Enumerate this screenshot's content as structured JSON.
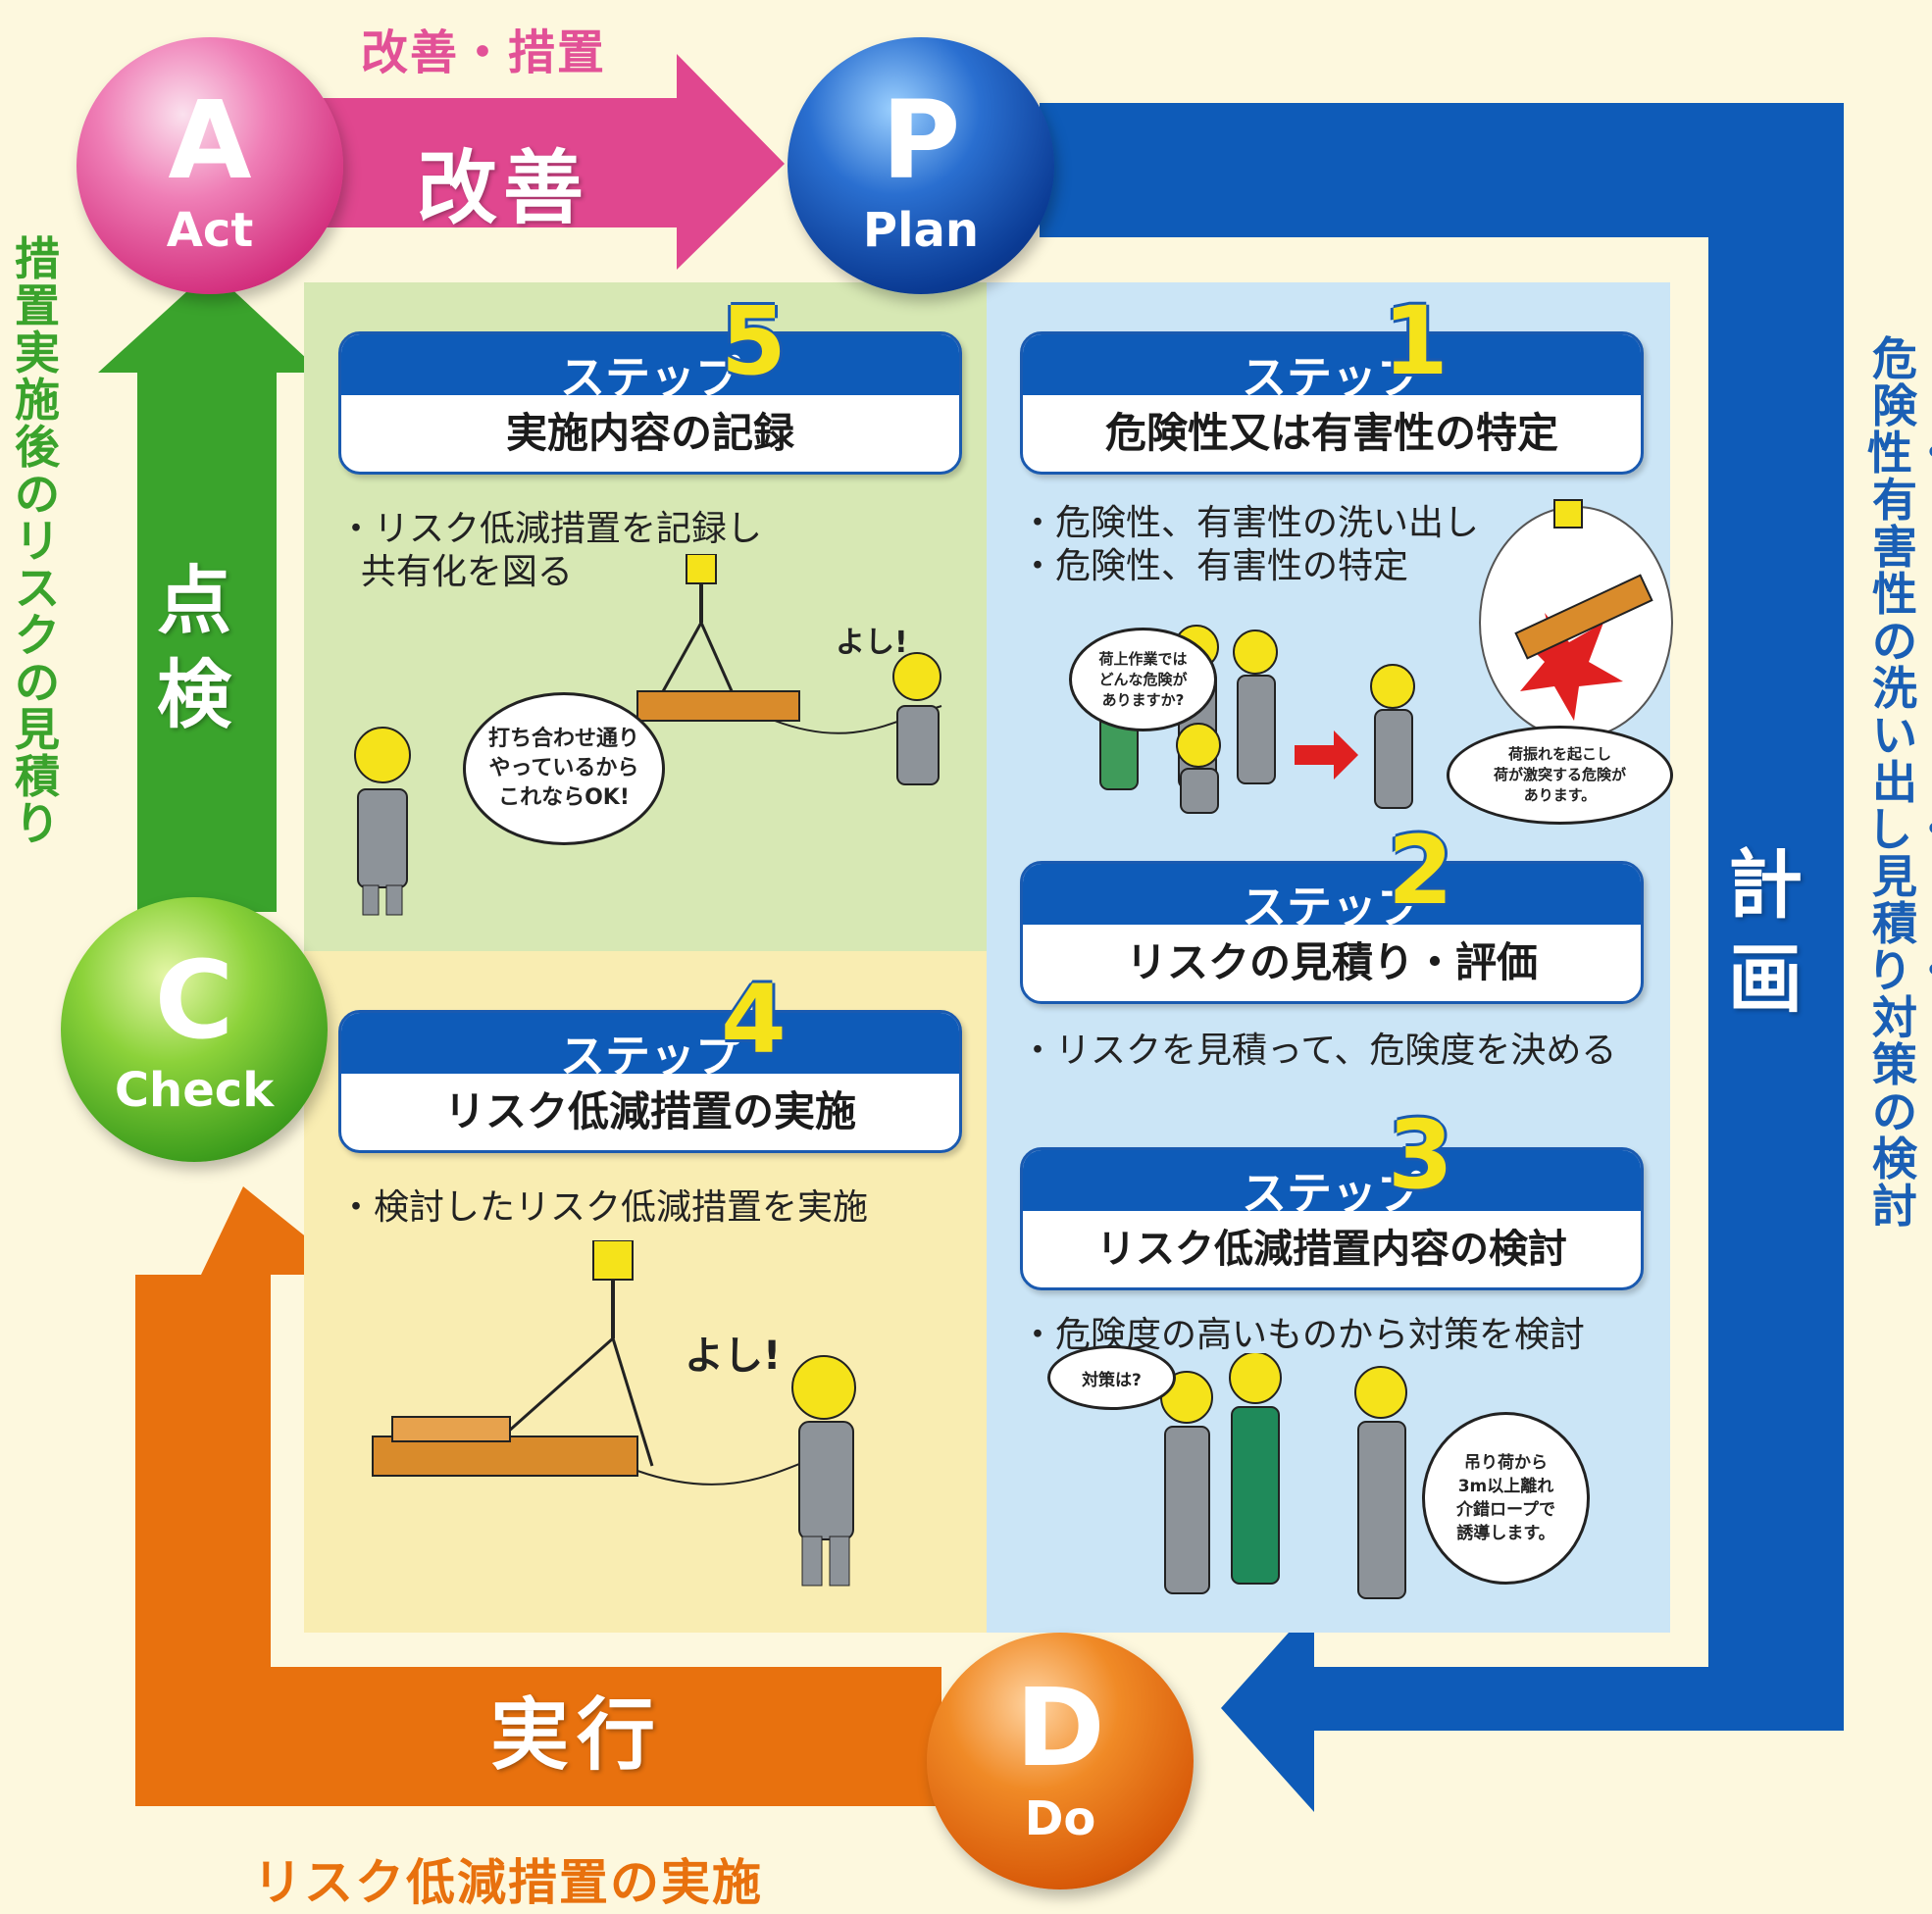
{
  "phases": {
    "act": {
      "letter": "A",
      "word": "Act",
      "arrow_label": "改善",
      "caption": "改善・措置"
    },
    "plan": {
      "letter": "P",
      "word": "Plan",
      "arrow_label": "計画",
      "caption": "危険性・有害性の洗い出し・見積り・対策の検討"
    },
    "do": {
      "letter": "D",
      "word": "Do",
      "arrow_label": "実行",
      "caption": "リスク低減措置の実施"
    },
    "check": {
      "letter": "C",
      "word": "Check",
      "arrow_label": "点検",
      "caption": "措置実施後のリスクの見積り"
    }
  },
  "steps": {
    "s1": {
      "prefix": "ステップ",
      "number": "1",
      "title": "危険性又は有害性の特定",
      "bullet": "・危険性、有害性の洗い出し\n・危険性、有害性の特定"
    },
    "s2": {
      "prefix": "ステップ",
      "number": "2",
      "title": "リスクの見積り・評価",
      "bullet": "・リスクを見積って、危険度を決める"
    },
    "s3": {
      "prefix": "ステップ",
      "number": "3",
      "title": "リスク低減措置内容の検討",
      "bullet": "・危険度の高いものから対策を検討"
    },
    "s4": {
      "prefix": "ステップ",
      "number": "4",
      "title": "リスク低減措置の実施",
      "bullet": "・検討したリスク低減措置を実施"
    },
    "s5": {
      "prefix": "ステップ",
      "number": "5",
      "title": "実施内容の記録",
      "bullet": "・リスク低減措置を記録し\n  共有化を図る"
    }
  },
  "bubbles": {
    "s5_speech": "打ち合わせ通り\nやっているから\nこれならOK!",
    "s5_yoshi": "よし!",
    "s1_question": "荷上作業では\nどんな危険が\nありますか?",
    "s1_answer": "荷振れを起こし\n荷が激突する危険が\nあります。",
    "s4_yoshi": "よし!",
    "s3_question": "対策は?",
    "s3_answer": "吊り荷から\n3m以上離れ\n介錯ロープで\n誘導します。"
  },
  "colors": {
    "act": "#e0478f",
    "plan": "#0e5bb8",
    "do": "#e8710e",
    "check": "#3aa32c",
    "step_yellow": "#f5e31a",
    "quad_green": "#d7e8b4",
    "quad_yellow": "#f9edb2",
    "quad_blue": "#cbe5f6"
  }
}
